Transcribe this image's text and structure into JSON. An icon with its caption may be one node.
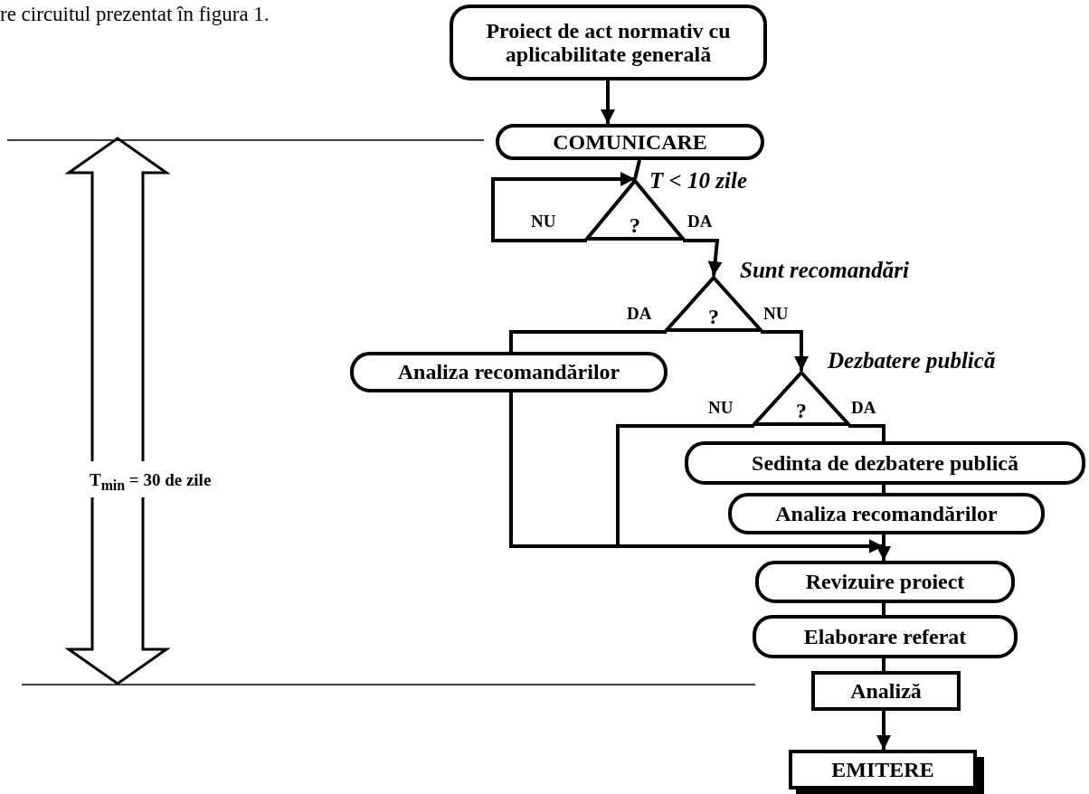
{
  "diagram": {
    "nodes": [
      {
        "text": [
          "Proiect de act normativ cu aplicabilitate generală"
        ]
      },
      {
        "text": [
          "COMUNICARE"
        ]
      },
      {
        "text": [
          "?"
        ],
        "beside": [
          "T < 10 zile"
        ]
      },
      {
        "text": [
          "?"
        ],
        "beside": [
          "Sunt recomandări"
        ]
      },
      {
        "text": [
          "Analiza recomandărilor"
        ]
      },
      {
        "text": [
          "?"
        ],
        "beside": [
          "Dezbatere publică"
        ]
      },
      {
        "text": [
          "Sedinta de dezbatere publică"
        ]
      },
      {
        "text": [
          "Analiza recomandărilor"
        ]
      },
      {
        "text": [
          "Revizuire proiect"
        ]
      },
      {
        "text": [
          "Elaborare referat"
        ]
      },
      {
        "text": [
          "Analiză"
        ]
      },
      {
        "text": [
          "EMITERE"
        ]
      }
    ],
    "edges": [
      {
        "from": 0,
        "to": 1,
        "arrow": "to"
      },
      {
        "from": 1,
        "to": 2,
        "arrow": "none"
      },
      {
        "from": 2,
        "to": 2,
        "arrow": "to",
        "label": "NU"
      },
      {
        "from": 2,
        "to": 3,
        "arrow": "to",
        "label": "DA"
      },
      {
        "from": 3,
        "to": 4,
        "arrow": "none",
        "label": "DA"
      },
      {
        "from": 3,
        "to": 5,
        "arrow": "to",
        "label": "NU"
      },
      {
        "from": 5,
        "to": 6,
        "arrow": "none",
        "label": "DA"
      },
      {
        "from": 5,
        "to": 8,
        "arrow": "to",
        "label": "NU"
      },
      {
        "from": 4,
        "to": 8,
        "arrow": "to"
      },
      {
        "from": 6,
        "to": 7,
        "arrow": "none"
      },
      {
        "from": 7,
        "to": 8,
        "arrow": "none"
      },
      {
        "from": 8,
        "to": 9,
        "arrow": "none"
      },
      {
        "from": 9,
        "to": 10,
        "arrow": "none"
      },
      {
        "from": 10,
        "to": 11,
        "arrow": "to"
      }
    ],
    "labels": [
      "re circuitul prezentat în figura 1.",
      "T$_{min}$ = 30 de zile"
    ]
  }
}
